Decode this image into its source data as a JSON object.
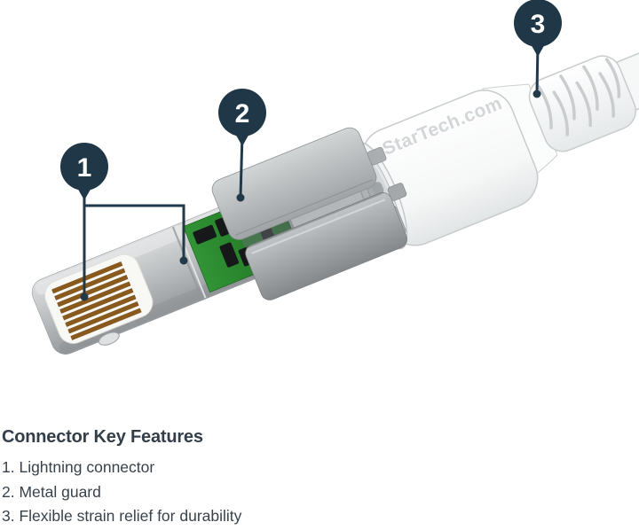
{
  "diagram": {
    "product_label": "StarTech.com",
    "callouts": [
      {
        "number": "1",
        "target": "Lightning connector"
      },
      {
        "number": "2",
        "target": "Metal guard"
      },
      {
        "number": "3",
        "target": "Flexible strain relief for durability"
      }
    ],
    "colors": {
      "callout_bubble": "#1f3747",
      "leader_line": "#22394a",
      "pcb_green": "#2b8b2f",
      "pin_gold": "#8a5a1d",
      "metal_gray": "#b4b8ba",
      "body_text": "#38424b"
    }
  },
  "features": {
    "heading": "Connector Key Features",
    "items": [
      "1. Lightning connector",
      "2. Metal guard",
      "3. Flexible strain relief for durability"
    ]
  }
}
